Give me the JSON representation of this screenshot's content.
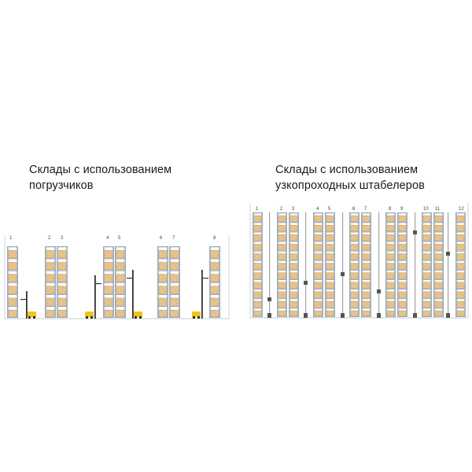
{
  "left_section": {
    "title_lines": [
      "Склады с использованием",
      "погрузчиков"
    ],
    "rack_numbers": [
      "1",
      "2",
      "3",
      "4",
      "5",
      "6",
      "7",
      "8"
    ]
  },
  "right_section": {
    "title_lines": [
      "Склады с использованием",
      "узкопроходных штабелеров"
    ],
    "rack_numbers": [
      "1",
      "2",
      "3",
      "4",
      "5",
      "6",
      "7",
      "8",
      "9",
      "10",
      "11",
      "12"
    ]
  },
  "colors": {
    "rack_frame": "#9aa9bd",
    "box": "#e8c48a",
    "box_edge": "#c79a57",
    "forklift": "#f0c419",
    "floor": "#c9c9c9",
    "stacker": "#555555"
  }
}
